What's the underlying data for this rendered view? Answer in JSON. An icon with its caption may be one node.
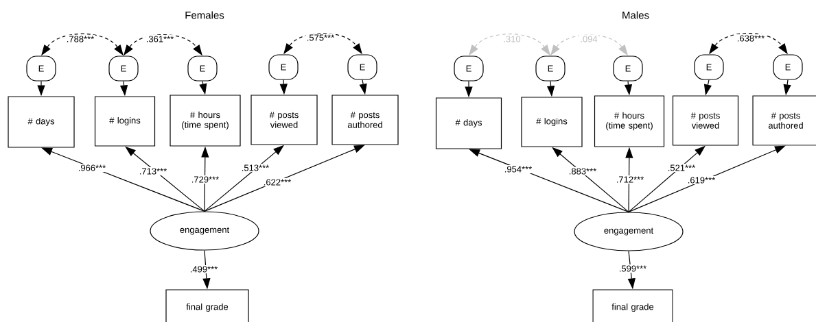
{
  "diagram": {
    "nodes": [
      {
        "text": [
          "E"
        ]
      },
      {
        "text": [
          "E"
        ]
      },
      {
        "text": [
          "E"
        ]
      },
      {
        "text": [
          "E"
        ]
      },
      {
        "text": [
          "E"
        ]
      },
      {
        "text": [
          "# days"
        ]
      },
      {
        "text": [
          "# logins"
        ]
      },
      {
        "text": [
          "# hours (time spent)"
        ]
      },
      {
        "text": [
          "# posts viewed"
        ]
      },
      {
        "text": [
          "# posts authored"
        ]
      },
      {
        "text": [
          "engagement"
        ]
      },
      {
        "text": [
          "final grade"
        ]
      },
      {
        "text": [
          "E"
        ]
      },
      {
        "text": [
          "E"
        ]
      },
      {
        "text": [
          "E"
        ]
      },
      {
        "text": [
          "E"
        ]
      },
      {
        "text": [
          "E"
        ]
      },
      {
        "text": [
          "# days"
        ]
      },
      {
        "text": [
          "# logins"
        ]
      },
      {
        "text": [
          "# hours (time spent)"
        ]
      },
      {
        "text": [
          "# posts viewed"
        ]
      },
      {
        "text": [
          "# posts authored"
        ]
      },
      {
        "text": [
          "engagement"
        ]
      },
      {
        "text": [
          "final grade"
        ]
      }
    ],
    "edges": [
      {
        "from": 0,
        "to": 1,
        "arrow": "both",
        "label": ".788***",
        "style": "dashed"
      },
      {
        "from": 1,
        "to": 2,
        "arrow": "both",
        "label": ".361***",
        "style": "dashed"
      },
      {
        "from": 3,
        "to": 4,
        "arrow": "both",
        "label": ".575***",
        "style": "dashed"
      },
      {
        "from": 0,
        "to": 5,
        "arrow": "to"
      },
      {
        "from": 1,
        "to": 6,
        "arrow": "to"
      },
      {
        "from": 2,
        "to": 7,
        "arrow": "to"
      },
      {
        "from": 3,
        "to": 8,
        "arrow": "to"
      },
      {
        "from": 4,
        "to": 9,
        "arrow": "to"
      },
      {
        "from": 10,
        "to": 5,
        "arrow": "to",
        "label": ".966***"
      },
      {
        "from": 10,
        "to": 6,
        "arrow": "to",
        "label": ".713***"
      },
      {
        "from": 10,
        "to": 7,
        "arrow": "to",
        "label": ".729***"
      },
      {
        "from": 10,
        "to": 8,
        "arrow": "to",
        "label": ".513***"
      },
      {
        "from": 10,
        "to": 9,
        "arrow": "to",
        "label": ".622***"
      },
      {
        "from": 10,
        "to": 11,
        "arrow": "to",
        "label": ".499***"
      },
      {
        "from": 12,
        "to": 13,
        "arrow": "both",
        "label": ".310",
        "style": "dashed",
        "color": "#c0c0c0"
      },
      {
        "from": 13,
        "to": 14,
        "arrow": "both",
        "label": ".094",
        "style": "dashed",
        "color": "#c0c0c0"
      },
      {
        "from": 15,
        "to": 16,
        "arrow": "both",
        "label": ".638***",
        "style": "dashed"
      },
      {
        "from": 12,
        "to": 17,
        "arrow": "to"
      },
      {
        "from": 13,
        "to": 18,
        "arrow": "to"
      },
      {
        "from": 14,
        "to": 19,
        "arrow": "to"
      },
      {
        "from": 15,
        "to": 20,
        "arrow": "to"
      },
      {
        "from": 16,
        "to": 21,
        "arrow": "to"
      },
      {
        "from": 22,
        "to": 17,
        "arrow": "to",
        "label": ".954***"
      },
      {
        "from": 22,
        "to": 18,
        "arrow": "to",
        "label": ".883***"
      },
      {
        "from": 22,
        "to": 19,
        "arrow": "to",
        "label": ".712***"
      },
      {
        "from": 22,
        "to": 20,
        "arrow": "to",
        "label": ".521***"
      },
      {
        "from": 22,
        "to": 21,
        "arrow": "to",
        "label": ".619***"
      },
      {
        "from": 22,
        "to": 23,
        "arrow": "to",
        "label": ".599***"
      }
    ],
    "labels": [
      "Females",
      "Males"
    ]
  }
}
